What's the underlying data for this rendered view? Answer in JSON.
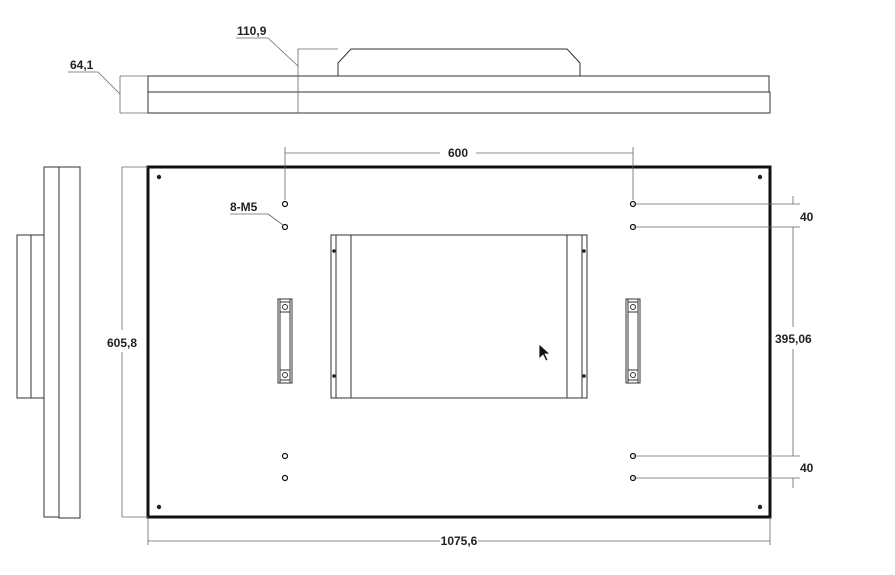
{
  "drawing": {
    "labels": {
      "side_offset": "110,9",
      "thickness": "64,1",
      "hole_spacing_h": "600",
      "thread": "8-M5",
      "height": "605,8",
      "hole_offset_top": "40",
      "hole_spacing_v": "395,06",
      "hole_offset_bottom": "40",
      "width": "1075,6"
    }
  }
}
